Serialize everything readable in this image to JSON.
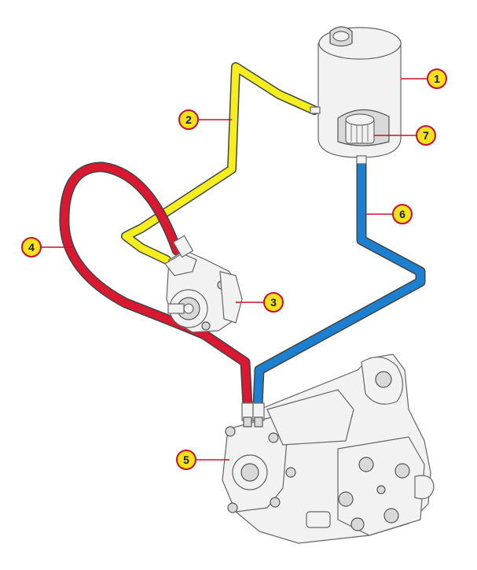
{
  "colors": {
    "supply_line": "#f5ee1e",
    "pressure_line": "#d91832",
    "return_line": "#1d7fcf",
    "callout_fill": "#f5e21a",
    "callout_stroke": "#c8102e"
  },
  "callouts": [
    {
      "id": "1",
      "label": "1"
    },
    {
      "id": "2",
      "label": "2"
    },
    {
      "id": "3",
      "label": "3"
    },
    {
      "id": "4",
      "label": "4"
    },
    {
      "id": "5",
      "label": "5"
    },
    {
      "id": "6",
      "label": "6"
    },
    {
      "id": "7",
      "label": "7"
    }
  ]
}
